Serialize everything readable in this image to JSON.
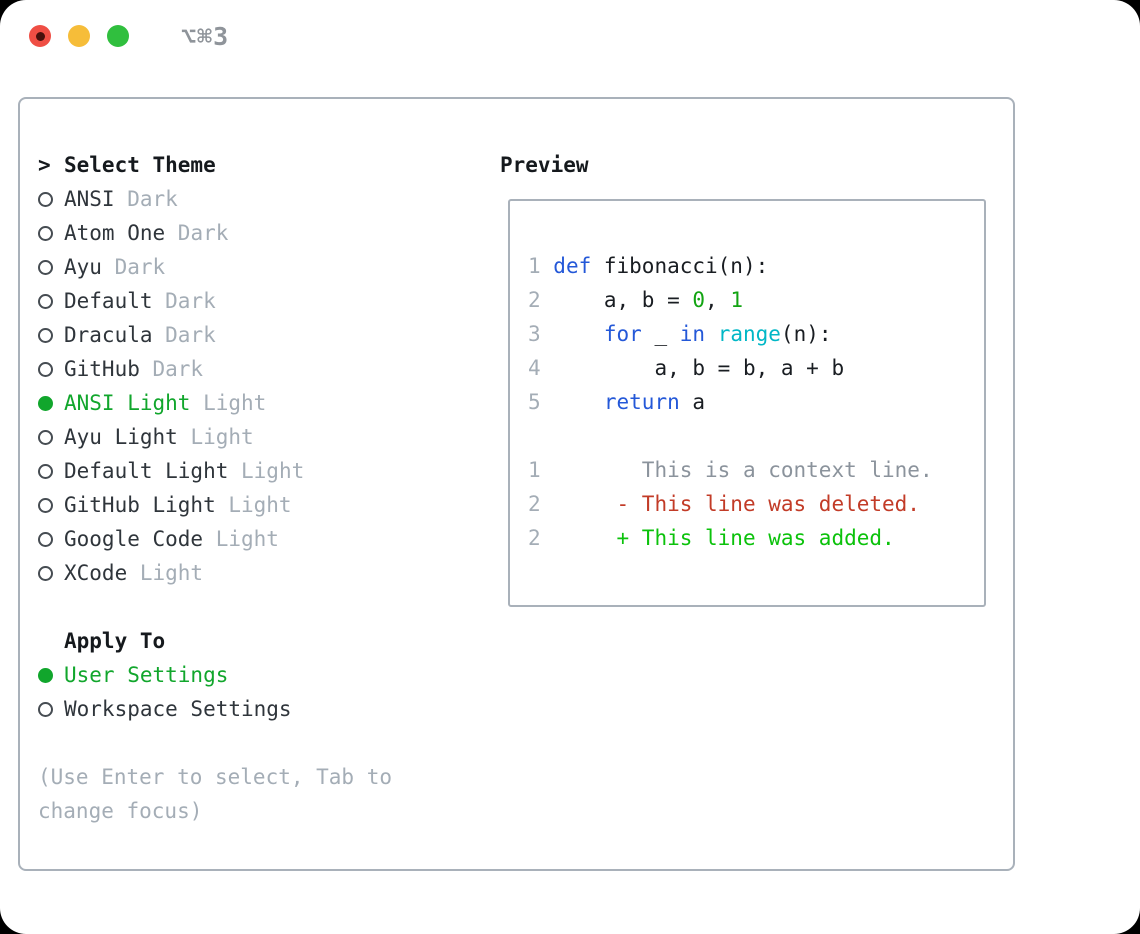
{
  "window": {
    "shortcut_label": "⌥⌘3"
  },
  "colors": {
    "traffic_red": "#ef4e44",
    "traffic_yellow": "#f6bd39",
    "traffic_green": "#30bf3e",
    "panel_border": "#a9b1ba",
    "text_dark": "#2f353b",
    "muted_gray": "#a4adb6",
    "selected_green": "#11a62c",
    "keyword_blue": "#2458d8",
    "builtin_cyan": "#00b7c6",
    "number_green": "#12a412",
    "diff_deleted_red": "#c23b27",
    "diff_added_green": "#0bc20b",
    "diff_context_gray": "#8b939c"
  },
  "theme_panel": {
    "header_prefix": ">",
    "header_label": "Select Theme",
    "themes": [
      {
        "name": "ANSI",
        "variant": "Dark",
        "selected": false
      },
      {
        "name": "Atom One",
        "variant": "Dark",
        "selected": false
      },
      {
        "name": "Ayu",
        "variant": "Dark",
        "selected": false
      },
      {
        "name": "Default",
        "variant": "Dark",
        "selected": false
      },
      {
        "name": "Dracula",
        "variant": "Dark",
        "selected": false
      },
      {
        "name": "GitHub",
        "variant": "Dark",
        "selected": false
      },
      {
        "name": "ANSI Light",
        "variant": "Light",
        "selected": true
      },
      {
        "name": "Ayu Light",
        "variant": "Light",
        "selected": false
      },
      {
        "name": "Default Light",
        "variant": "Light",
        "selected": false
      },
      {
        "name": "GitHub Light",
        "variant": "Light",
        "selected": false
      },
      {
        "name": "Google Code",
        "variant": "Light",
        "selected": false
      },
      {
        "name": "XCode",
        "variant": "Light",
        "selected": false
      }
    ],
    "apply_to": {
      "header": "Apply To",
      "options": [
        {
          "label": "User Settings",
          "selected": true
        },
        {
          "label": "Workspace Settings",
          "selected": false
        }
      ]
    },
    "help_text": "(Use Enter to select, Tab to change focus)"
  },
  "preview": {
    "header": "Preview",
    "lines": [
      [
        {
          "c": "lineno",
          "t": "1 "
        },
        {
          "c": "kw",
          "t": "def"
        },
        {
          "c": "plain",
          "t": " fibonacci(n):"
        }
      ],
      [
        {
          "c": "lineno",
          "t": "2 "
        },
        {
          "c": "plain",
          "t": "    a, b = "
        },
        {
          "c": "num",
          "t": "0"
        },
        {
          "c": "plain",
          "t": ", "
        },
        {
          "c": "num",
          "t": "1"
        }
      ],
      [
        {
          "c": "lineno",
          "t": "3 "
        },
        {
          "c": "plain",
          "t": "    "
        },
        {
          "c": "kw",
          "t": "for"
        },
        {
          "c": "plain",
          "t": " _ "
        },
        {
          "c": "kw",
          "t": "in"
        },
        {
          "c": "plain",
          "t": " "
        },
        {
          "c": "builtin",
          "t": "range"
        },
        {
          "c": "plain",
          "t": "(n):"
        }
      ],
      [
        {
          "c": "lineno",
          "t": "4 "
        },
        {
          "c": "plain",
          "t": "        a, b = b, a + b"
        }
      ],
      [
        {
          "c": "lineno",
          "t": "5 "
        },
        {
          "c": "plain",
          "t": "    "
        },
        {
          "c": "kw",
          "t": "return"
        },
        {
          "c": "plain",
          "t": " a"
        }
      ],
      [],
      [
        {
          "c": "lineno",
          "t": "1      "
        },
        {
          "c": "context",
          "t": "  This is a context line."
        }
      ],
      [
        {
          "c": "lineno",
          "t": "2      "
        },
        {
          "c": "del",
          "t": "- This line was deleted."
        }
      ],
      [
        {
          "c": "lineno",
          "t": "2      "
        },
        {
          "c": "add",
          "t": "+ This line was added."
        }
      ]
    ]
  }
}
